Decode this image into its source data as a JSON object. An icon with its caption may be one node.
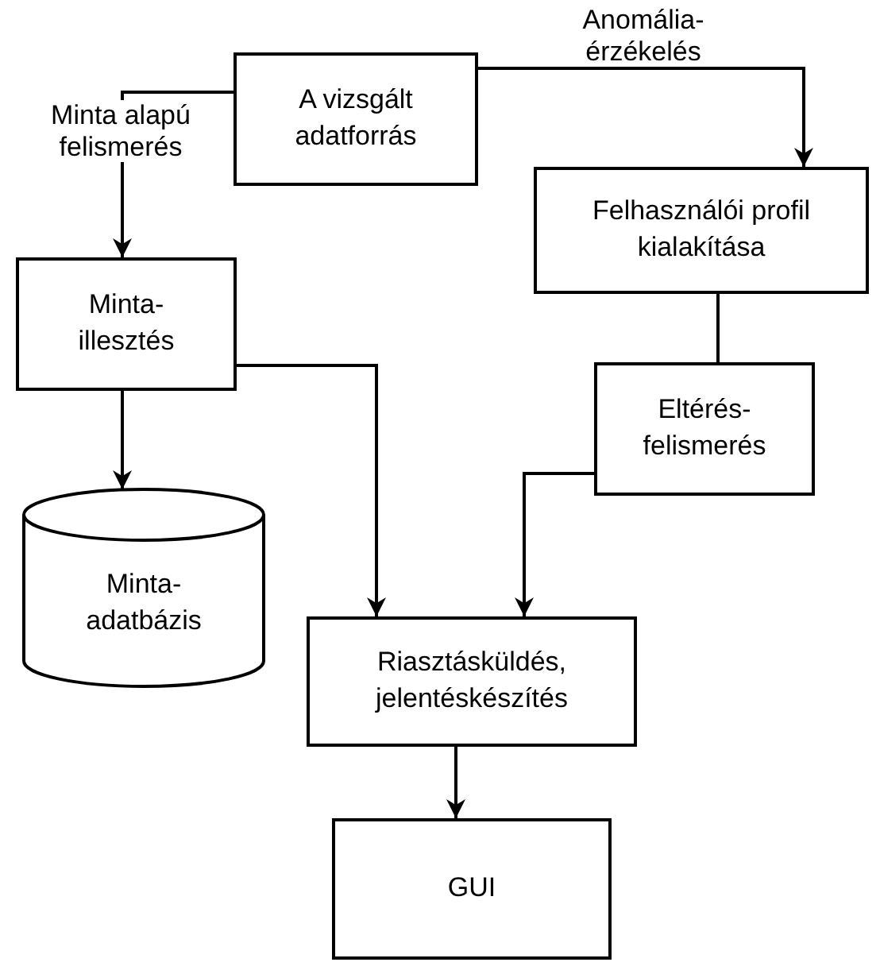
{
  "diagram": {
    "nodes": [
      {
        "text": [
          "A vizsgált adatforrás"
        ]
      },
      {
        "text": [
          "Felhasználói profil kialakítása"
        ]
      },
      {
        "text": [
          "Minta-illesztés"
        ]
      },
      {
        "text": [
          "Eltérés-felismerés"
        ]
      },
      {
        "text": [
          "Minta-adatbázis"
        ]
      },
      {
        "text": [
          "Riasztásküldés, jelentéskészítés"
        ]
      },
      {
        "text": [
          "GUI"
        ]
      }
    ],
    "edges": [
      {
        "from": 0,
        "to": 2,
        "arrow": "to",
        "label": "Minta alapú felismerés"
      },
      {
        "from": 0,
        "to": 1,
        "arrow": "to",
        "label": "Anomália-érzékelés"
      },
      {
        "from": 1,
        "to": 3,
        "arrow": "none"
      },
      {
        "from": 2,
        "to": 4,
        "arrow": "to"
      },
      {
        "from": 2,
        "to": 5,
        "arrow": "to"
      },
      {
        "from": 3,
        "to": 5,
        "arrow": "to"
      },
      {
        "from": 5,
        "to": 6,
        "arrow": "to"
      }
    ]
  }
}
